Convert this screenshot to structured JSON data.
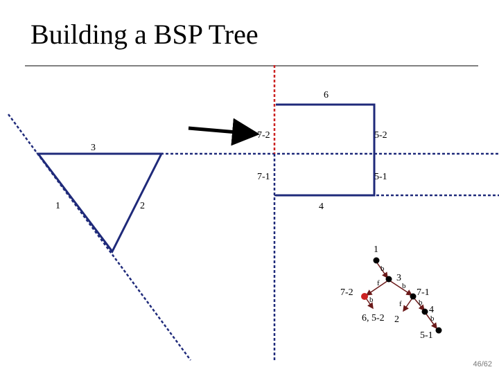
{
  "slide": {
    "title": "Building a BSP Tree",
    "page_number": "46/62"
  },
  "colors": {
    "polygon_line": "#1f2a7a",
    "split_dashed": "#1f2a7a",
    "active_split": "#cc2222",
    "arrow": "#000000",
    "tree_edge": "#6b1a1a",
    "highlight_node": "#cc2222",
    "node": "#000000"
  },
  "labels": {
    "l6": "6",
    "l3": "3",
    "l1": "1",
    "l2": "2",
    "l4": "4",
    "l7_2": "7-2",
    "l5_2": "5-2",
    "l7_1": "7-1",
    "l5_1": "5-1"
  },
  "tree": {
    "n1": "1",
    "n3": "3",
    "n7_2": "7-2",
    "n6_5_2": "6, 5-2",
    "n2": "2",
    "n7_1": "7-1",
    "n4": "4",
    "n5_1": "5-1",
    "edge_b": "b",
    "edge_f": "f"
  }
}
